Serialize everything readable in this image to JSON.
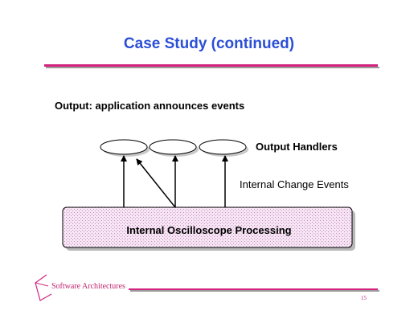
{
  "slide": {
    "title": "Case Study (continued)",
    "subtitle": "Output: application announces events"
  },
  "diagram": {
    "output_handlers_label": "Output Handlers",
    "change_events_label": "Internal Change Events",
    "processing_label": "Internal Oscilloscope Processing",
    "handler_count": 3
  },
  "footer": {
    "course": "Software Architectures",
    "page_number": "15"
  },
  "colors": {
    "title": "#2b4fd6",
    "accent": "#d4237f",
    "box_fill": "#f2d8f0",
    "box_border": "#000000"
  }
}
